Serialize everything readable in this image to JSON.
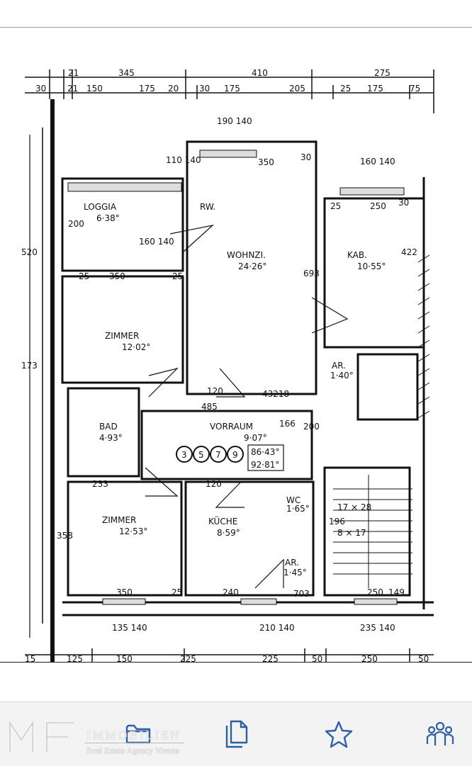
{
  "floorplan": {
    "rooms": [
      {
        "name": "LOGGIA",
        "area": "6·38°"
      },
      {
        "name": "RW.",
        "area": ""
      },
      {
        "name": "WOHNZI.",
        "area": "24·26°"
      },
      {
        "name": "KAB.",
        "area": "10·55°"
      },
      {
        "name": "ZIMMER",
        "area": "12·02°"
      },
      {
        "name": "AR.",
        "area": "1·40°"
      },
      {
        "name": "BAD",
        "area": "4·93°"
      },
      {
        "name": "VORRAUM",
        "area": "9·07°"
      },
      {
        "name": "ZIMMER",
        "area": "12·53°"
      },
      {
        "name": "KÜCHE",
        "area": "8·59°"
      },
      {
        "name": "WC",
        "area": "1·65°"
      },
      {
        "name": "AR.",
        "area": "1·45°"
      }
    ],
    "door_number_circles": [
      "3",
      "5",
      "7",
      "9"
    ],
    "total_areas": [
      "86·43°",
      "92·81°"
    ],
    "top_dims_row1": [
      "21",
      "345",
      "410",
      "275"
    ],
    "top_dims_row2": [
      "30",
      "21",
      "150",
      "175",
      "20",
      "30",
      "175",
      "205",
      "25",
      "175",
      "75"
    ],
    "bottom_dims": [
      "15",
      "125",
      "150",
      "225",
      "225",
      "50",
      "250",
      "50"
    ],
    "inner_dims": [
      "190 140",
      "110 140",
      "350",
      "30",
      "160 140",
      "25",
      "250",
      "30",
      "200",
      "160 140",
      "25",
      "350",
      "25",
      "693",
      "422",
      "43218",
      "485",
      "120",
      "166",
      "200",
      "233",
      "120",
      "240",
      "350",
      "25",
      "703",
      "250",
      "149",
      "135 140",
      "210 140",
      "235 140",
      "196",
      "17 × 28",
      "8 × 17",
      "358",
      "173",
      "520"
    ]
  },
  "logo": {
    "name": "IMMOBILIEN",
    "subtitle": "Real Estate Agency Vienna"
  },
  "tabs": [
    {
      "icon": "folder-icon"
    },
    {
      "icon": "documents-icon"
    },
    {
      "icon": "star-icon"
    },
    {
      "icon": "people-icon"
    }
  ]
}
